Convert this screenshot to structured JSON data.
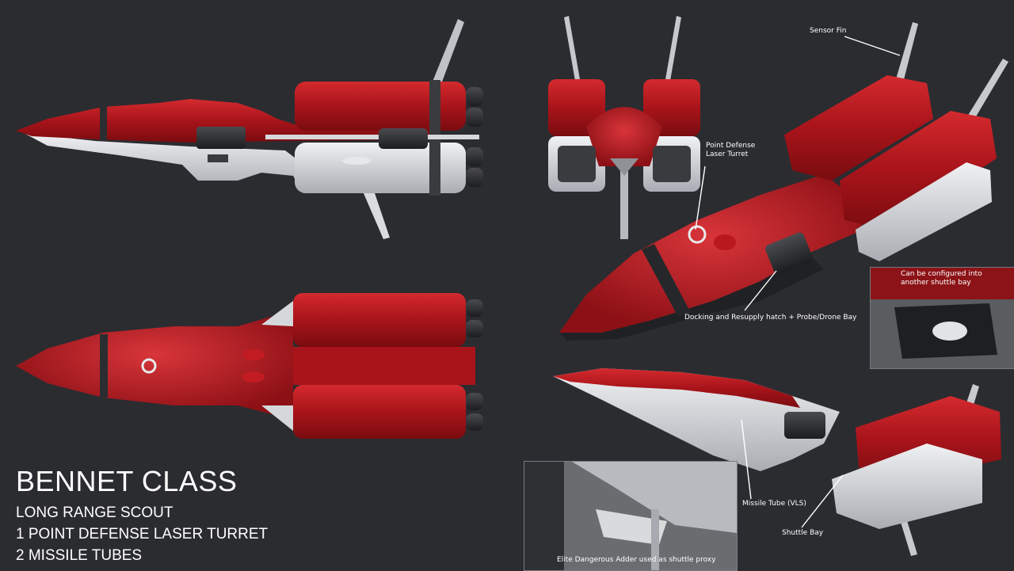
{
  "title": {
    "class_name": "BENNET CLASS",
    "specs": [
      "LONG RANGE SCOUT",
      "1 POINT DEFENSE LASER TURRET",
      "2 MISSILE TUBES"
    ]
  },
  "callouts": {
    "sensor_fin": "Sensor Fin",
    "pd_turret_line1": "Point Defense",
    "pd_turret_line2": "Laser Turret",
    "docking_hatch": "Docking and Resupply hatch + Probe/Drone Bay",
    "shuttle_bay_config": "Can be configured into another shuttle bay",
    "missile_tube": "Missile Tube (VLS)",
    "shuttle_bay": "Shuttle Bay"
  },
  "inset_caption": "Elite Dangerous Adder used as shuttle proxy",
  "colors": {
    "background": "#2b2c30",
    "hull_red": "#b3161c",
    "hull_grey": "#cfd2d6",
    "dark_trim": "#2c2d30"
  }
}
